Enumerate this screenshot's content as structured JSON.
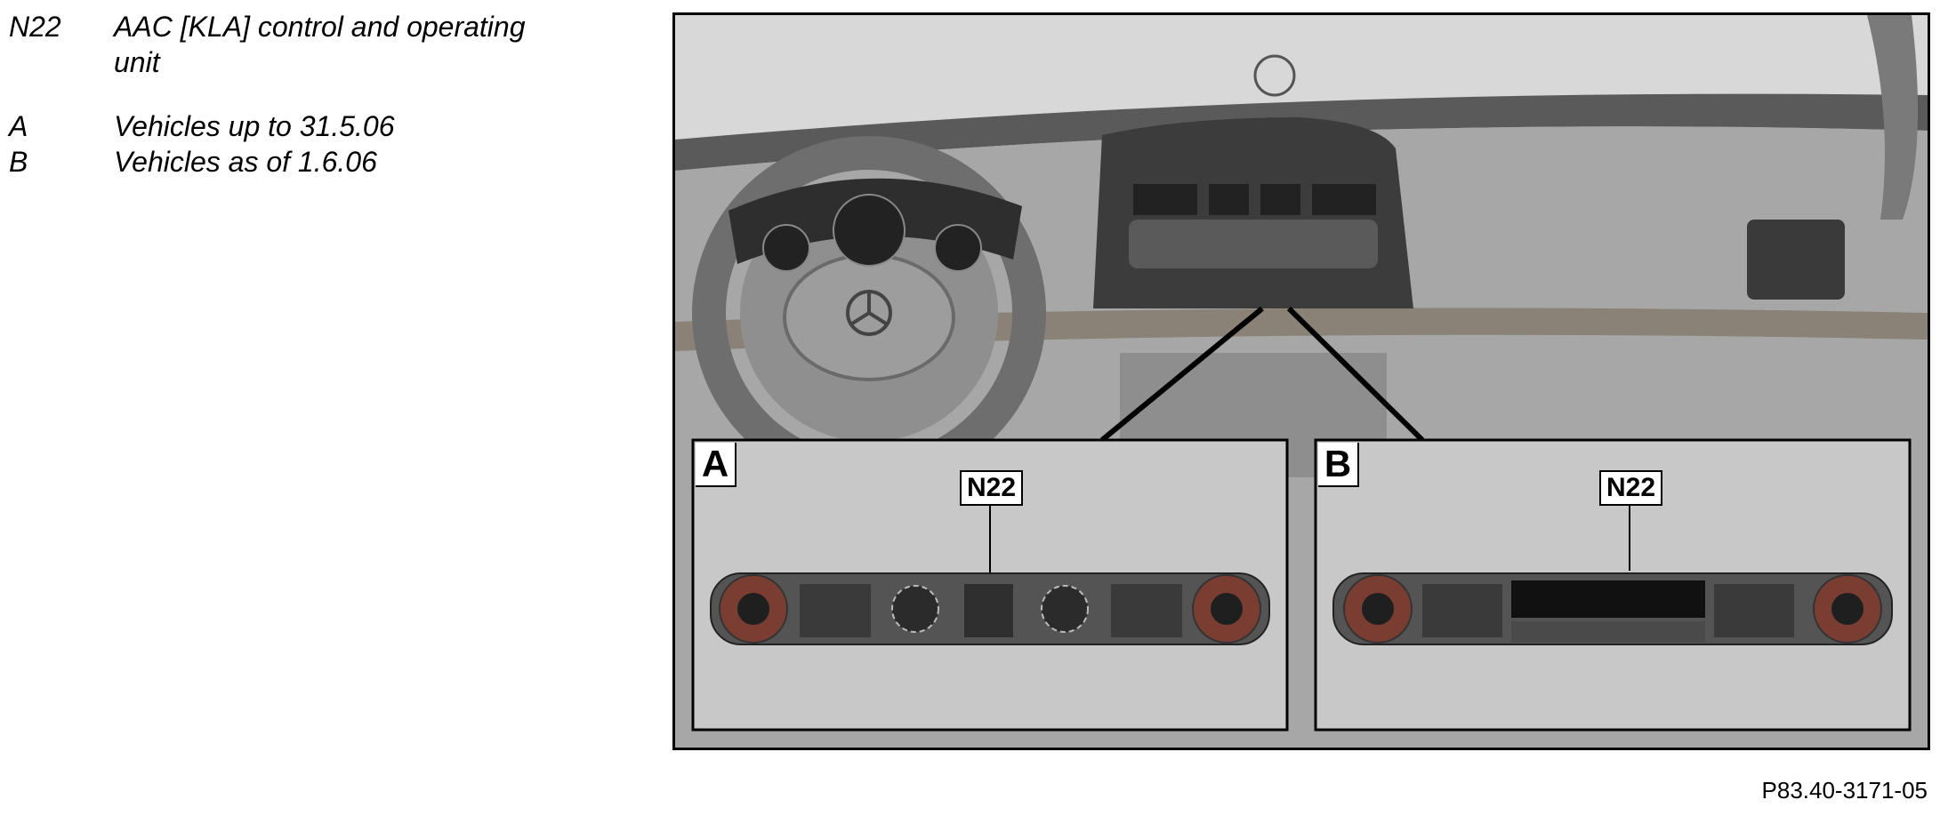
{
  "legend": [
    {
      "code": "N22",
      "text": "AAC [KLA] control and operating unit"
    },
    {
      "code": "A",
      "text": "Vehicles up to 31.5.06"
    },
    {
      "code": "B",
      "text": "Vehicles as of 1.6.06"
    }
  ],
  "figure": {
    "panel_a": {
      "letter": "A",
      "label": "N22"
    },
    "panel_b": {
      "letter": "B",
      "label": "N22"
    }
  },
  "figure_ref": "P83.40-3171-05"
}
